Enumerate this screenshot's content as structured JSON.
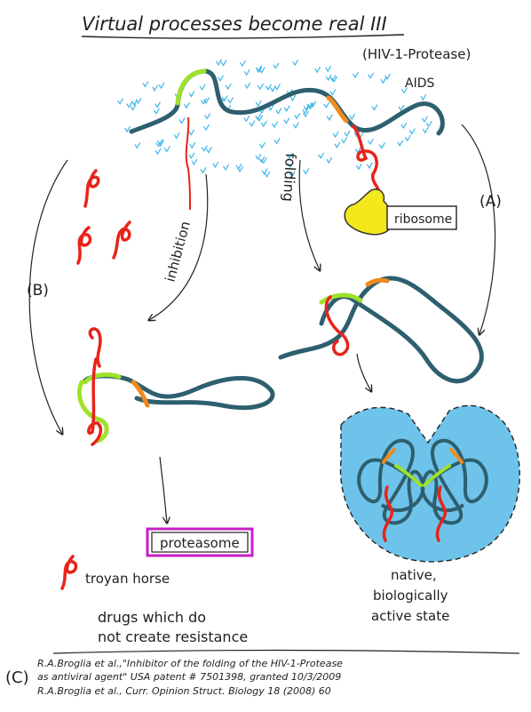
{
  "title": "Virtual processes become real III",
  "subtitle_protein": "(HIV-1-Protease)",
  "subtitle_disease": "AIDS",
  "labels": {
    "ribosome": "ribosome",
    "folding": "folding",
    "inhibition": "inhibition",
    "path_a": "(A)",
    "path_b": "(B)",
    "proteasome": "proteasome",
    "trojan_horse": "troyan horse",
    "native_1": "native,",
    "native_2": "biologically",
    "native_3": "active state",
    "drugs_1": "drugs which do",
    "drugs_2": "not create resistance",
    "panel_c": "(C)"
  },
  "references": {
    "ref1_line1": "R.A.Broglia et al.,\"Inhibitor of the folding of the HIV-1-Protease",
    "ref1_line2": "as antiviral agent\" USA patent # 7501398, granted 10/3/2009",
    "ref2": "R.A.Broglia et al., Curr. Opinion Struct. Biology 18 (2008) 60"
  },
  "colors": {
    "chain": "#2e5f6e",
    "red_segment": "#e8231a",
    "green_segment": "#9ee22a",
    "orange_segment": "#f08a1c",
    "water": "#3fb6e8",
    "ribosome": "#f3e81c",
    "proteasome_box": "#c81ec8",
    "native_fill": "#6ec3ea",
    "arrow": "#222222"
  }
}
